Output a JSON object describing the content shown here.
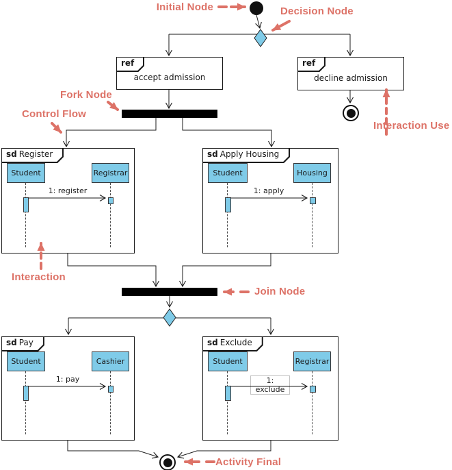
{
  "colors": {
    "annotation": "#dd7267",
    "node_fill": "#7fcbe8",
    "bar": "#000000"
  },
  "labels": {
    "initial_node": "Initial Node",
    "decision_node": "Decision Node",
    "fork_node": "Fork Node",
    "control_flow": "Control Flow",
    "interaction": "Interaction",
    "interaction_use": "Interaction Use",
    "join_node": "Join Node",
    "activity_final": "Activity Final"
  },
  "ref_frames": [
    {
      "tag": "ref",
      "label": "accept admission"
    },
    {
      "tag": "ref",
      "label": "decline admission"
    }
  ],
  "sd_frames": [
    {
      "tag": "sd",
      "title": "Register",
      "lifeline_left": "Student",
      "lifeline_right": "Registrar",
      "message": "1: register"
    },
    {
      "tag": "sd",
      "title": "Apply Housing",
      "lifeline_left": "Student",
      "lifeline_right": "Housing",
      "message": "1: apply"
    },
    {
      "tag": "sd",
      "title": "Pay",
      "lifeline_left": "Student",
      "lifeline_right": "Cashier",
      "message": "1: pay"
    },
    {
      "tag": "sd",
      "title": "Exclude",
      "lifeline_left": "Student",
      "lifeline_right": "Registrar",
      "message": "1: exclude"
    }
  ]
}
